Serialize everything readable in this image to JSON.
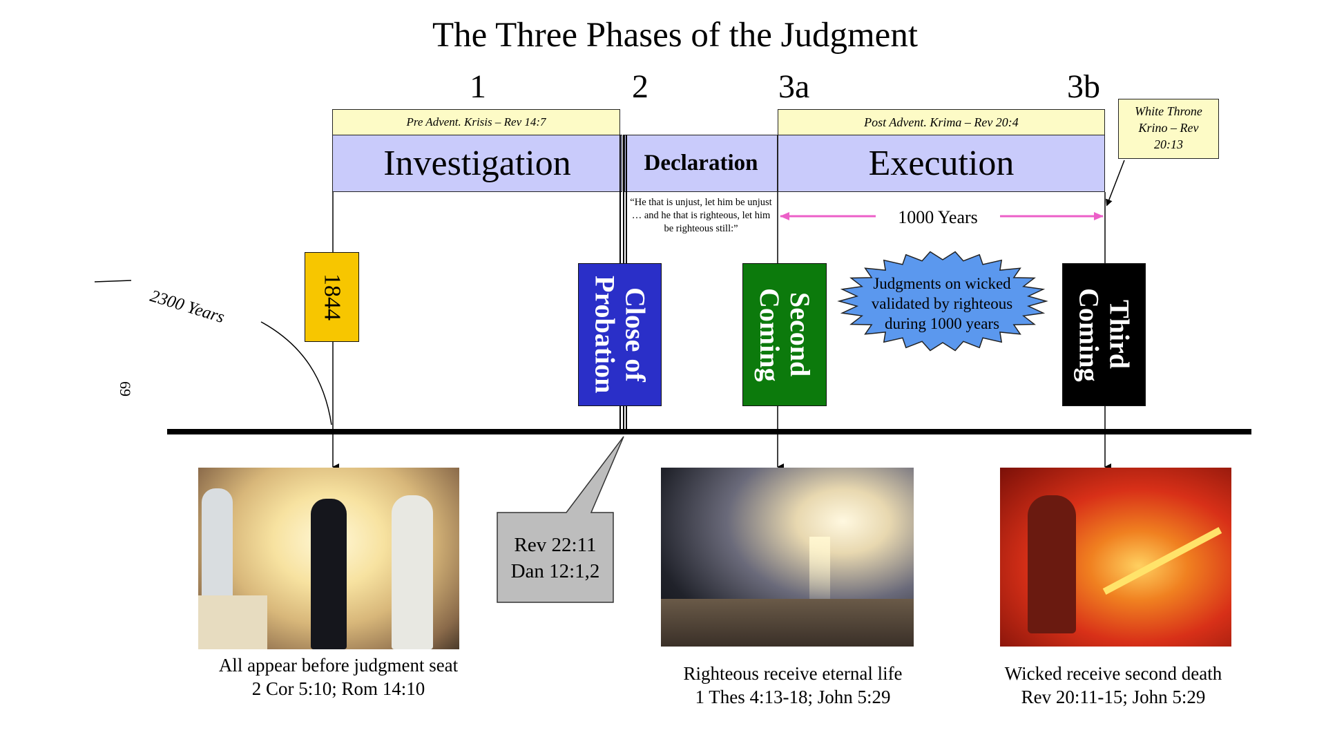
{
  "title": "The Three Phases of the Judgment",
  "phase_numbers": [
    "1",
    "2",
    "3a",
    "3b"
  ],
  "pre_advent_label": "Pre Advent. Krisis – Rev 14:7",
  "post_advent_label": "Post Advent. Krima – Rev 20:4",
  "white_throne_label": "White Throne Krino – Rev 20:13",
  "phases": {
    "investigation": "Investigation",
    "declaration": "Declaration",
    "execution": "Execution"
  },
  "declaration_quote": "“He that is unjust, let him be unjust … and he that is righteous, let him be righteous still:”",
  "thousand_years": "1000 Years",
  "two_thousand_three_hundred_years": "2300 Years",
  "page_number": "69",
  "events": {
    "year_1844": "1844",
    "close_of_probation": "Close of Probation",
    "second_coming": "Second Coming",
    "third_coming": "Third Coming"
  },
  "judgments_burst": "Judgments on wicked validated by righteous during 1000 years",
  "callout": {
    "line1": "Rev 22:11",
    "line2": "Dan 12:1,2"
  },
  "captions": [
    {
      "line1": "All appear before judgment seat",
      "line2": "2 Cor 5:10; Rom 14:10"
    },
    {
      "line1": "Righteous receive eternal life",
      "line2": "1 Thes 4:13-18; John 5:29"
    },
    {
      "line1": "Wicked receive second death",
      "line2": "Rev 20:11-15; John 5:29"
    }
  ],
  "colors": {
    "yellow_label_bg": "#fdfbc6",
    "phase_bg": "#c9cbfb",
    "year_1844_bg": "#f7c600",
    "close_of_probation_bg": "#2a2fc8",
    "second_coming_bg": "#0c7a0c",
    "third_coming_bg": "#000000",
    "burst_bg": "#5b98ee",
    "arrow_pink": "#ec5fc8",
    "callout_bg": "#bdbdbd"
  }
}
